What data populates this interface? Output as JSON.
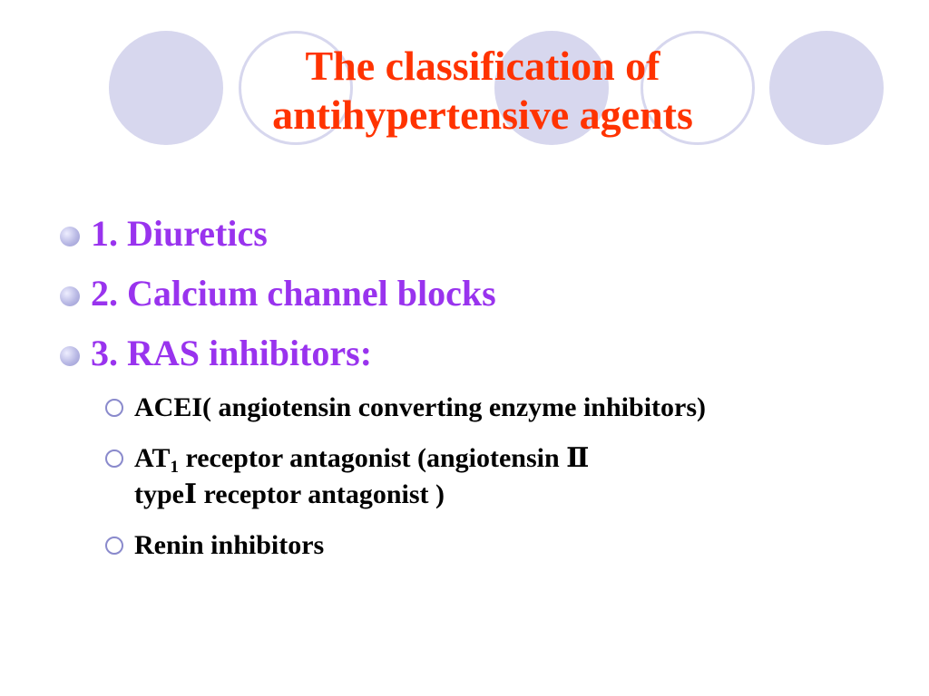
{
  "title": {
    "line1": "The classification of",
    "line2": "antihypertensive agents"
  },
  "items": [
    {
      "label": "1.  Diuretics"
    },
    {
      "label": "2.  Calcium channel blocks"
    },
    {
      "label": "3.  RAS inhibitors:"
    }
  ],
  "subitems": {
    "acei": "ACEI( angiotensin converting enzyme inhibitors)",
    "at1_prefix": "AT",
    "at1_subscript": "1",
    "at1_rest": " receptor antagonist (angiotensin Ⅱ",
    "at1_line2": "typeⅠ  receptor antagonist )",
    "renin": "Renin inhibitors"
  },
  "colors": {
    "title": "#ff3300",
    "main_items": "#9933ee",
    "sub_items": "#000000",
    "decor_circles": "#d7d7ee"
  }
}
